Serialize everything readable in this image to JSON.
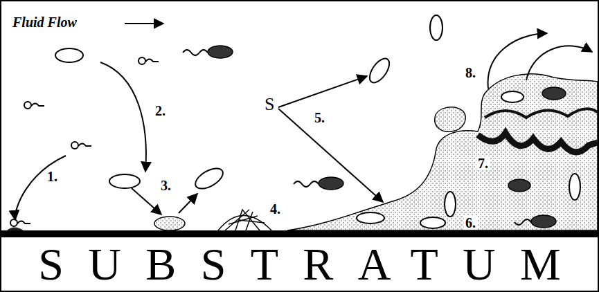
{
  "diagram": {
    "nodes": [
      {
        "text": [
          "SUBSTRATUM"
        ]
      }
    ],
    "labels": [
      "Fluid Flow",
      "2.",
      "1.",
      "3.",
      "4.",
      "S",
      "5.",
      "8.",
      "7.",
      "6."
    ]
  }
}
